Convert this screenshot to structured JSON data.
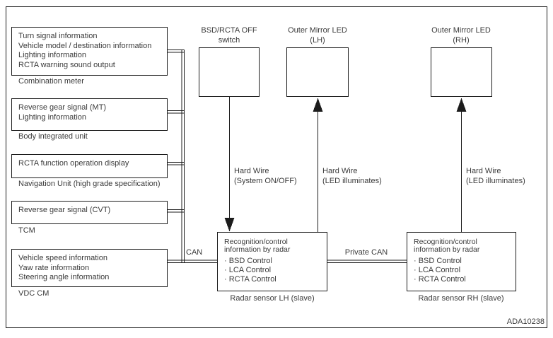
{
  "diagram": {
    "code": "ADA10238",
    "colors": {
      "line": "#1c1c1c",
      "text": "#3a3a3a",
      "background": "#ffffff"
    },
    "left_units": [
      {
        "signals": [
          "Turn signal information",
          "Vehicle model / destination information",
          "Lighting information",
          "RCTA warning sound output"
        ],
        "caption": "Combination meter"
      },
      {
        "signals": [
          "Reverse gear signal (MT)",
          "Lighting information"
        ],
        "caption": "Body integrated unit"
      },
      {
        "signals": [
          "RCTA function operation display"
        ],
        "caption": "Navigation Unit (high grade specification)"
      },
      {
        "signals": [
          "Reverse gear signal (CVT)"
        ],
        "caption": "TCM"
      },
      {
        "signals": [
          "Vehicle speed information",
          "Yaw rate information",
          "Steering angle information"
        ],
        "caption": "VDC CM"
      }
    ],
    "switch_unit": {
      "label_line1": "BSD/RCTA OFF",
      "label_line2": "switch"
    },
    "mirror_lh": {
      "label_line1": "Outer Mirror LED",
      "label_line2": "(LH)"
    },
    "mirror_rh": {
      "label_line1": "Outer Mirror LED",
      "label_line2": "(RH)"
    },
    "radar_lh": {
      "title_line1": "Recognition/control",
      "title_line2": "information by radar",
      "items": [
        "· BSD Control",
        "· LCA Control",
        "· RCTA Control"
      ],
      "caption": "Radar sensor LH (slave)"
    },
    "radar_rh": {
      "title_line1": "Recognition/control",
      "title_line2": "information by radar",
      "items": [
        "· BSD Control",
        "· LCA Control",
        "· RCTA Control"
      ],
      "caption": "Radar sensor RH (slave)"
    },
    "wires": {
      "can": "CAN",
      "private_can": "Private CAN",
      "hardwire_switch_line1": "Hard Wire",
      "hardwire_switch_line2": "(System ON/OFF)",
      "hardwire_led_line1": "Hard Wire",
      "hardwire_led_line2": "(LED illuminates)"
    }
  }
}
